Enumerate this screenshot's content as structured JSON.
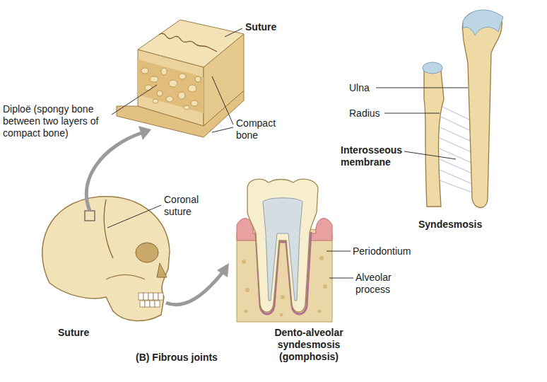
{
  "diagram": {
    "caption": "(B) Fibrous joints",
    "labels": [
      "Suture",
      "Diploë (spongy bone between two layers of compact bone)",
      "Compact bone",
      "Coronal suture",
      "Suture",
      "Dento-alveolar syndesmosis (gomphosis)",
      "Periodontium",
      "Alveolar process",
      "Ulna",
      "Radius",
      "Interosseous membrane",
      "Syndesmosis"
    ]
  }
}
